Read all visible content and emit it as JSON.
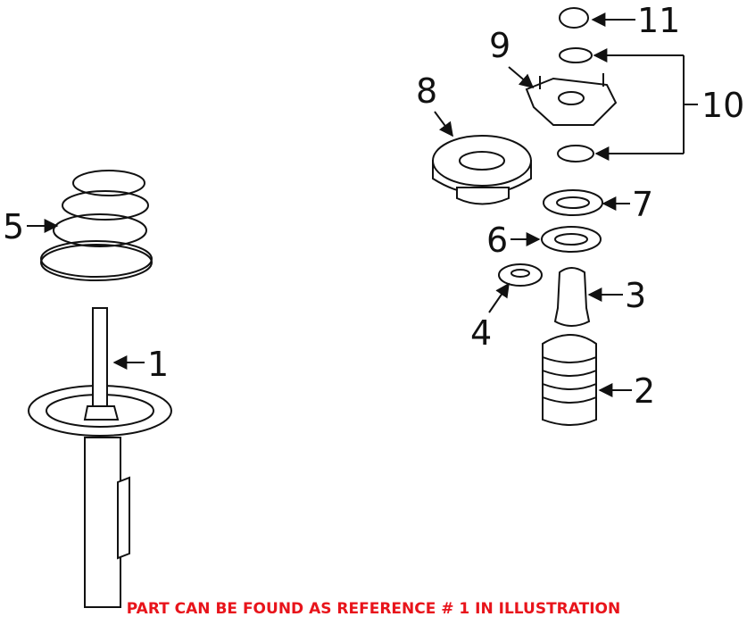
{
  "diagram": {
    "callouts": [
      "1",
      "2",
      "3",
      "4",
      "5",
      "6",
      "7",
      "8",
      "9",
      "10",
      "11"
    ]
  },
  "caption": {
    "text": "PART CAN BE FOUND AS REFERENCE # 1 IN ILLUSTRATION",
    "color": "#e8141b"
  }
}
